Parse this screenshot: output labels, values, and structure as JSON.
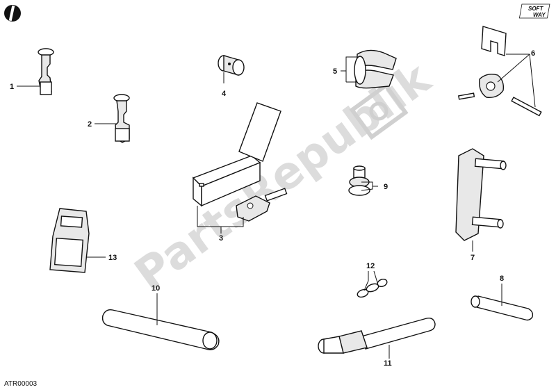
{
  "diagram": {
    "reference_code": "ATR00003",
    "watermark": "PartsRepublik",
    "brand_logo_text": [
      "SOFT",
      "WAY"
    ],
    "callouts": [
      {
        "id": "1",
        "label": "1"
      },
      {
        "id": "2",
        "label": "2"
      },
      {
        "id": "3",
        "label": "3"
      },
      {
        "id": "4",
        "label": "4"
      },
      {
        "id": "5",
        "label": "5"
      },
      {
        "id": "6",
        "label": "6"
      },
      {
        "id": "7",
        "label": "7"
      },
      {
        "id": "8",
        "label": "8"
      },
      {
        "id": "9",
        "label": "9"
      },
      {
        "id": "10",
        "label": "10"
      },
      {
        "id": "11",
        "label": "11"
      },
      {
        "id": "12",
        "label": "12"
      },
      {
        "id": "13",
        "label": "13"
      }
    ]
  }
}
